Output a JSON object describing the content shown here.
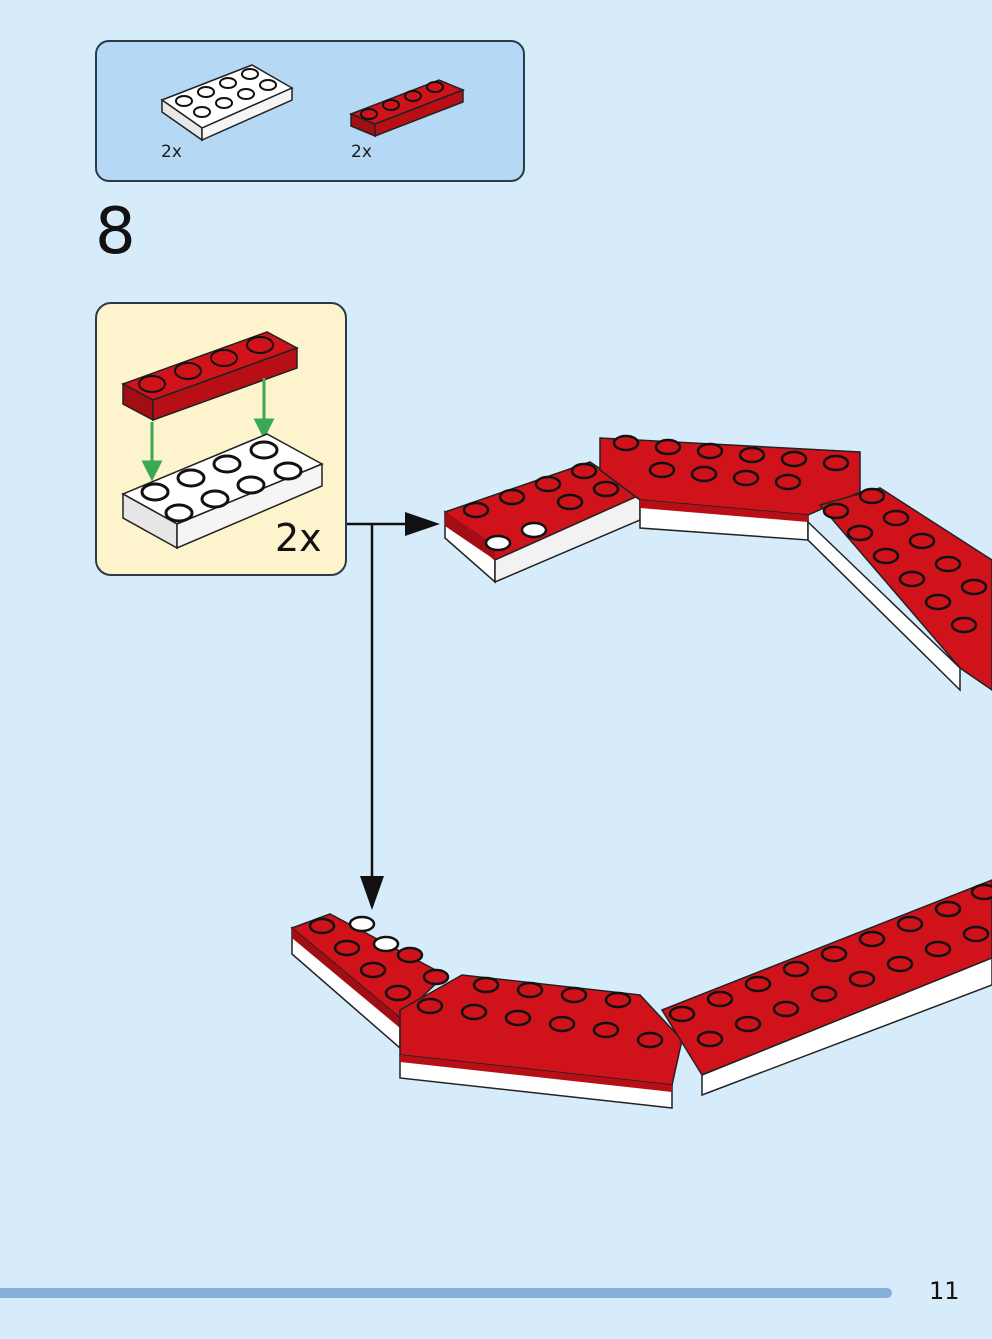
{
  "parts_list": {
    "items": [
      {
        "part": "white-plate-2x4",
        "color": "#ffffff",
        "quantity": "2x"
      },
      {
        "part": "red-plate-1x4",
        "color": "#d0121b",
        "quantity": "2x"
      }
    ]
  },
  "step": {
    "number": "8",
    "subassembly": {
      "quantity": "2x"
    }
  },
  "colors": {
    "background": "#d6ecfb",
    "brick_red": "#d0121b",
    "arrow_green": "#3aa855"
  },
  "footer": {
    "page_number": "11"
  }
}
